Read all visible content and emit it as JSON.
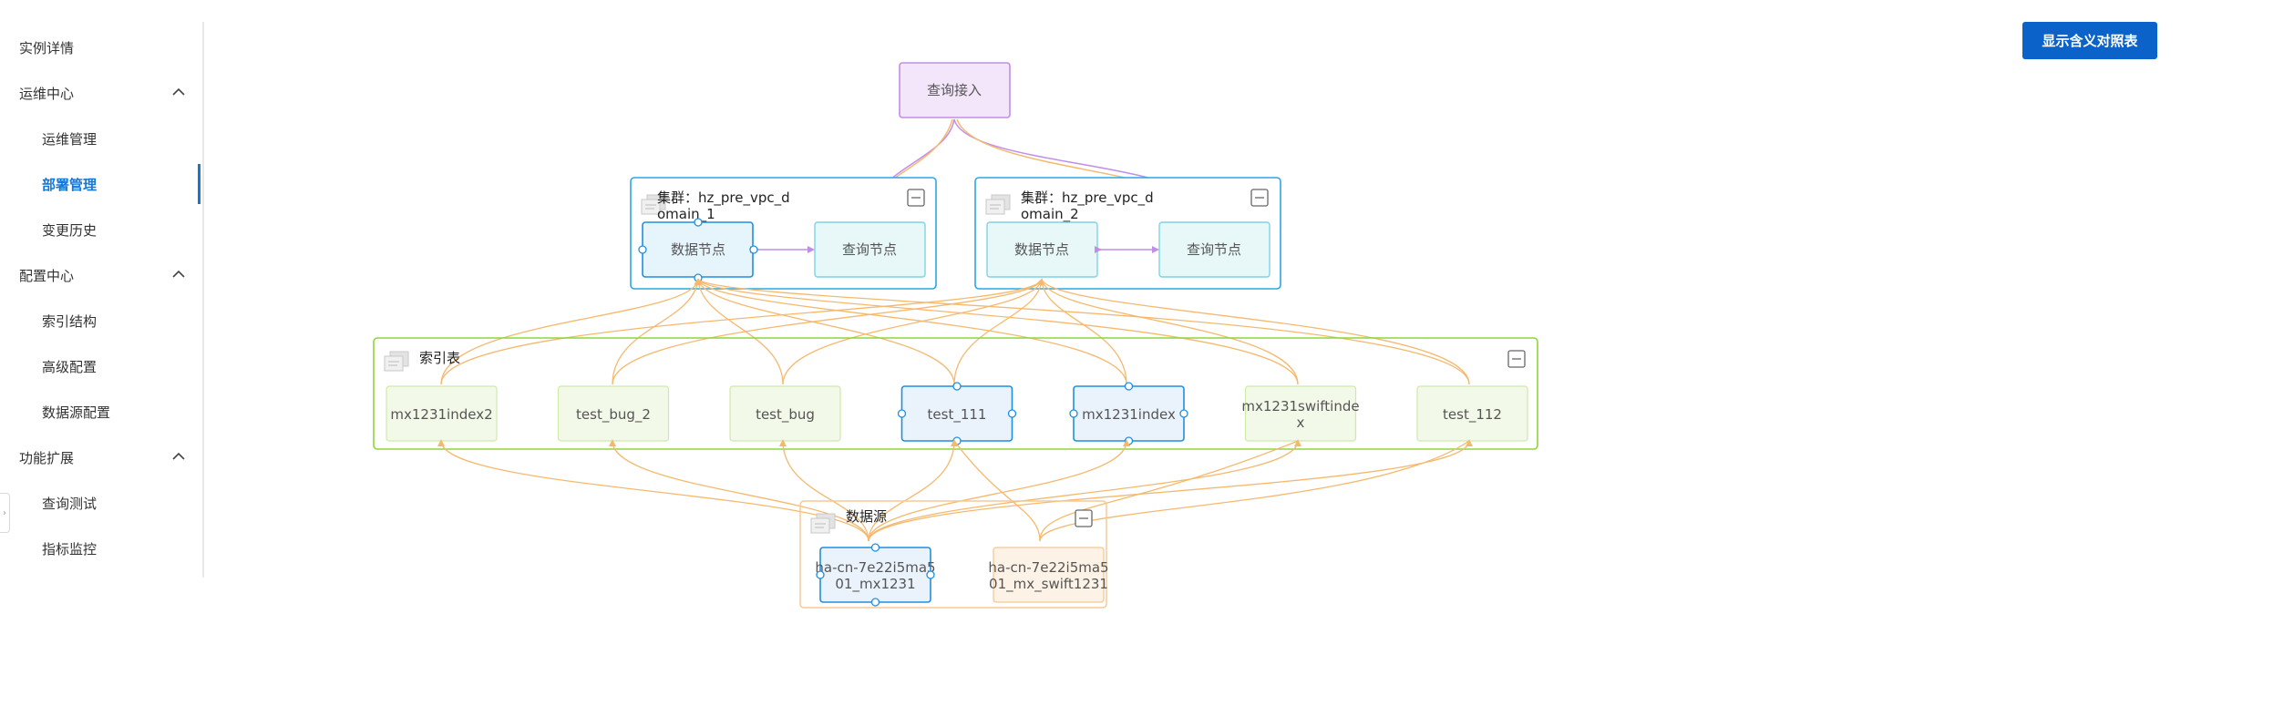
{
  "sidebar": {
    "items": [
      {
        "label": "实例详情",
        "level": 1
      },
      {
        "label": "运维中心",
        "level": 1,
        "expanded": true
      },
      {
        "label": "运维管理",
        "level": 2
      },
      {
        "label": "部署管理",
        "level": 2,
        "active": true
      },
      {
        "label": "变更历史",
        "level": 2
      },
      {
        "label": "配置中心",
        "level": 1,
        "expanded": true
      },
      {
        "label": "索引结构",
        "level": 2
      },
      {
        "label": "高级配置",
        "level": 2
      },
      {
        "label": "数据源配置",
        "level": 2
      },
      {
        "label": "功能扩展",
        "level": 1,
        "expanded": true
      },
      {
        "label": "查询测试",
        "level": 2
      },
      {
        "label": "指标监控",
        "level": 2
      }
    ]
  },
  "toolbar": {
    "legend_button": "显示含义对照表"
  },
  "diagram": {
    "query_access": "查询接入",
    "clusters": [
      {
        "title_line1": "集群：hz_pre_vpc_d",
        "title_line2": "omain_1",
        "data_node": "数据节点",
        "query_node": "查询节点"
      },
      {
        "title_line1": "集群：hz_pre_vpc_d",
        "title_line2": "omain_2",
        "data_node": "数据节点",
        "query_node": "查询节点"
      }
    ],
    "index_group": {
      "title": "索引表",
      "tables": [
        {
          "line1": "mx1231index2",
          "line2": "",
          "selected": false
        },
        {
          "line1": "test_bug_2",
          "line2": "",
          "selected": false
        },
        {
          "line1": "test_bug",
          "line2": "",
          "selected": false
        },
        {
          "line1": "test_111",
          "line2": "",
          "selected": true
        },
        {
          "line1": "mx1231index",
          "line2": "",
          "selected": true
        },
        {
          "line1": "mx1231swiftinde",
          "line2": "x",
          "selected": false
        },
        {
          "line1": "test_112",
          "line2": "",
          "selected": false
        }
      ]
    },
    "datasource_group": {
      "title": "数据源",
      "sources": [
        {
          "line1": "ha-cn-7e22i5ma5",
          "line2": "01_mx1231",
          "kind": "db"
        },
        {
          "line1": "ha-cn-7e22i5ma5",
          "line2": "01_mx_swift1231",
          "kind": "swift"
        }
      ]
    },
    "colors": {
      "purple": "#c18de8",
      "orange": "#f5b96e",
      "blue": "#1f8fe0",
      "green": "#8ed63a",
      "cluster_border": "#2aa7e4"
    }
  }
}
